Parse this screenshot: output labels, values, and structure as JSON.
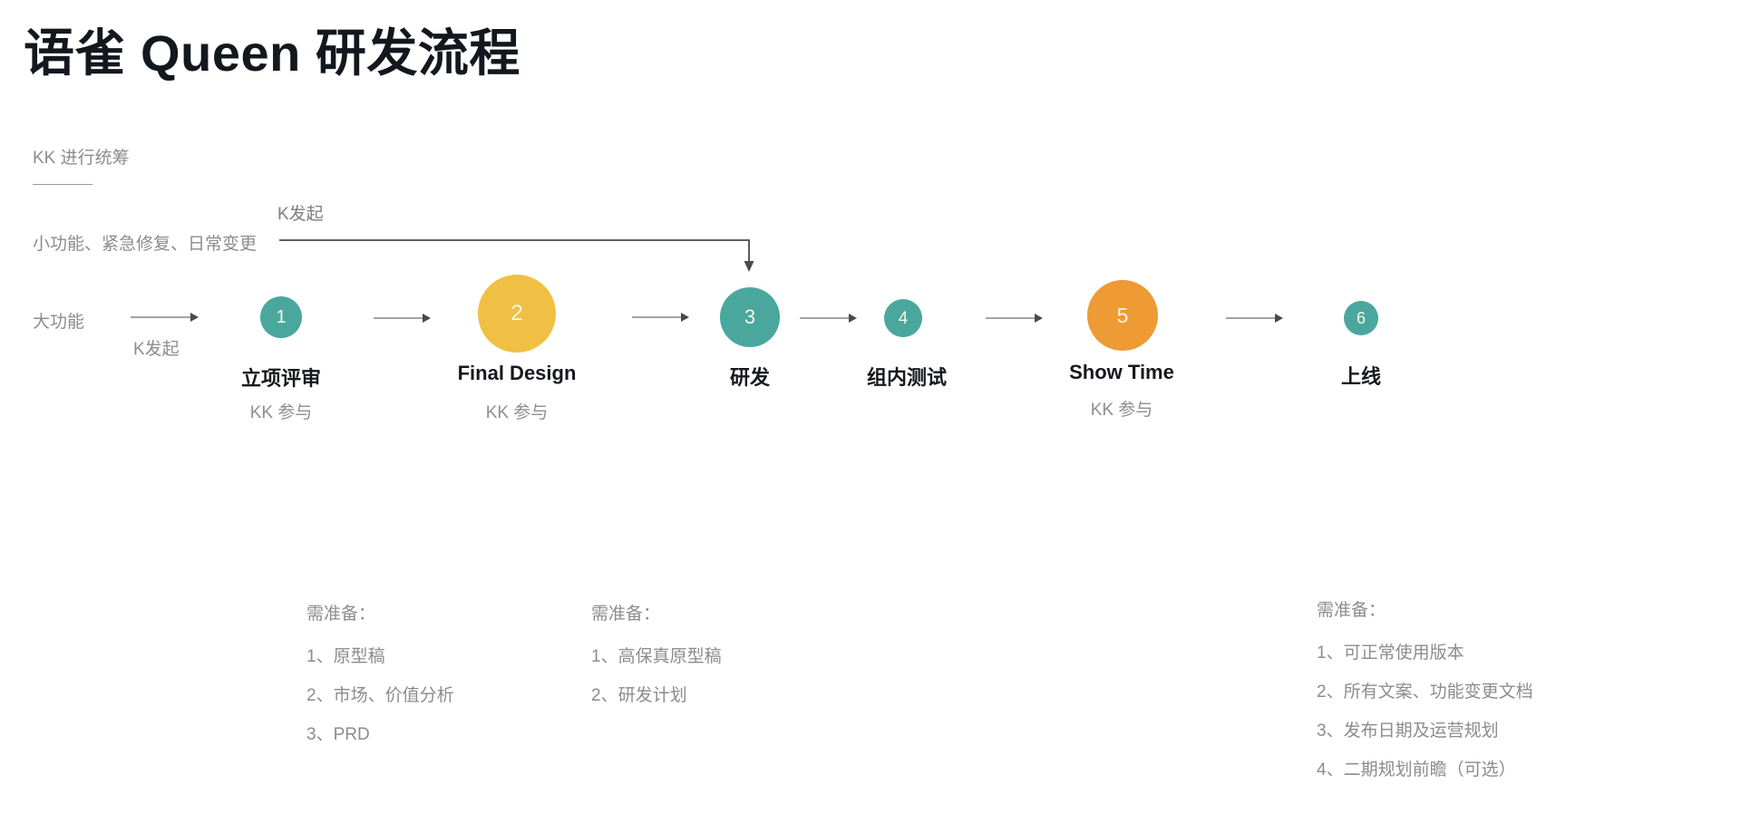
{
  "title": "语雀 Queen 研发流程",
  "sources": [
    {
      "label": "KK 进行统筹",
      "has_rule": true
    },
    {
      "label": "小功能、紧急修复、日常变更",
      "has_rule": false
    }
  ],
  "branch": {
    "label": "K发起"
  },
  "flow": {
    "row_label": "大功能",
    "entry_arrow_label": "K发起",
    "steps": [
      {
        "num": "1",
        "title": "立项评审",
        "sub": "KK 参与",
        "color": "#4aa79e",
        "size": 46
      },
      {
        "num": "2",
        "title": "Final Design",
        "sub": "KK 参与",
        "color": "#efc044",
        "size": 86
      },
      {
        "num": "3",
        "title": "研发",
        "sub": "",
        "color": "#4aa79e",
        "size": 66
      },
      {
        "num": "4",
        "title": "组内测试",
        "sub": "",
        "color": "#4aa79e",
        "size": 42
      },
      {
        "num": "5",
        "title": "Show Time",
        "sub": "KK 参与",
        "color": "#ee9a35",
        "size": 78
      },
      {
        "num": "6",
        "title": "上线",
        "sub": "",
        "color": "#4aa79e",
        "size": 38
      }
    ]
  },
  "checklists": [
    {
      "head": "需准备：",
      "items": [
        "1、原型稿",
        "2、市场、价值分析",
        "3、PRD"
      ]
    },
    {
      "head": "需准备：",
      "items": [
        "1、高保真原型稿",
        "2、研发计划"
      ]
    },
    {
      "head": "需准备：",
      "items": [
        "1、可正常使用版本",
        "2、所有文案、功能变更文档",
        "3、发布日期及运营规划",
        "4、二期规划前瞻（可选）"
      ]
    }
  ],
  "colors": {
    "teal": "#4aa79e",
    "yellow": "#efc044",
    "orange": "#ee9a35",
    "line": "#4a4a4a",
    "muted_text": "#8c8c8c",
    "title_text": "#13181f"
  }
}
